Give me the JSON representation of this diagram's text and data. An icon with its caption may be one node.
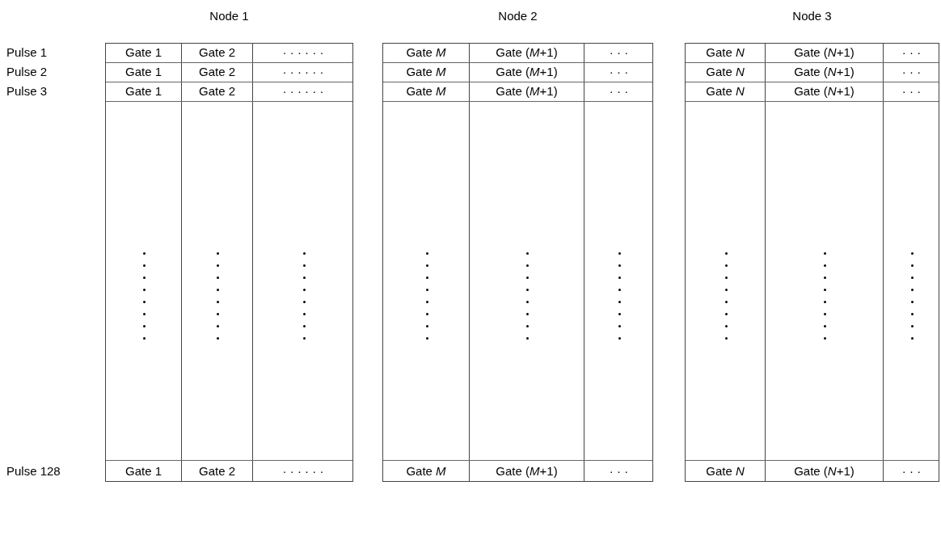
{
  "diagram": {
    "nodes": [
      {
        "text": [
          "Node 1"
        ]
      },
      {
        "text": [
          "Gate 1"
        ],
        "in": 0
      },
      {
        "text": [
          "Gate 2"
        ],
        "in": 0
      },
      {
        "text": [
          "· · · · · ·"
        ],
        "in": 0
      },
      {
        "text": [
          "Gate 1"
        ],
        "in": 0
      },
      {
        "text": [
          "Gate 2"
        ],
        "in": 0
      },
      {
        "text": [
          "· · · · · ·"
        ],
        "in": 0
      },
      {
        "text": [
          "Gate 1"
        ],
        "in": 0
      },
      {
        "text": [
          "Gate 2"
        ],
        "in": 0
      },
      {
        "text": [
          "· · · · · ·"
        ],
        "in": 0
      },
      {
        "text": [
          "Gate 1"
        ],
        "in": 0
      },
      {
        "text": [
          "Gate 2"
        ],
        "in": 0
      },
      {
        "text": [
          "· · · · · ·"
        ],
        "in": 0
      },
      {
        "text": [
          "Node 2"
        ]
      },
      {
        "text": [
          "Gate *M*"
        ],
        "in": 13
      },
      {
        "text": [
          "Gate (*M*+1)"
        ],
        "in": 13
      },
      {
        "text": [
          "· · ·"
        ],
        "in": 13
      },
      {
        "text": [
          "Gate *M*"
        ],
        "in": 13
      },
      {
        "text": [
          "Gate (*M*+1)"
        ],
        "in": 13
      },
      {
        "text": [
          "· · ·"
        ],
        "in": 13
      },
      {
        "text": [
          "Gate *M*"
        ],
        "in": 13
      },
      {
        "text": [
          "Gate (*M*+1)"
        ],
        "in": 13
      },
      {
        "text": [
          "· · ·"
        ],
        "in": 13
      },
      {
        "text": [
          "Gate *M*"
        ],
        "in": 13
      },
      {
        "text": [
          "Gate (*M*+1)"
        ],
        "in": 13
      },
      {
        "text": [
          "· · ·"
        ],
        "in": 13
      },
      {
        "text": [
          "Node 3"
        ]
      },
      {
        "text": [
          "Gate *N*"
        ],
        "in": 26
      },
      {
        "text": [
          "Gate (*N*+1)"
        ],
        "in": 26
      },
      {
        "text": [
          "· · ·"
        ],
        "in": 26
      },
      {
        "text": [
          "Gate *N*"
        ],
        "in": 26
      },
      {
        "text": [
          "Gate (*N*+1)"
        ],
        "in": 26
      },
      {
        "text": [
          "· · ·"
        ],
        "in": 26
      },
      {
        "text": [
          "Gate *N*"
        ],
        "in": 26
      },
      {
        "text": [
          "Gate (*N*+1)"
        ],
        "in": 26
      },
      {
        "text": [
          "· · ·"
        ],
        "in": 26
      },
      {
        "text": [
          "Gate *N*"
        ],
        "in": 26
      },
      {
        "text": [
          "Gate (*N*+1)"
        ],
        "in": 26
      },
      {
        "text": [
          "· · ·"
        ],
        "in": 26
      }
    ],
    "labels": [
      "Pulse 1",
      "Pulse 2",
      "Pulse 3",
      "Pulse 128"
    ]
  }
}
